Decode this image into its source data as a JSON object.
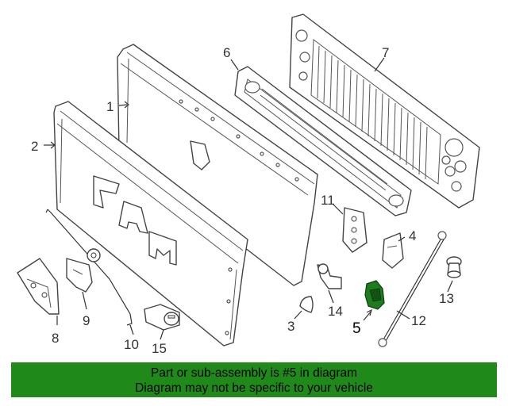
{
  "callouts": {
    "c1": "1",
    "c2": "2",
    "c3": "3",
    "c4": "4",
    "c5": "5",
    "c6": "6",
    "c7": "7",
    "c8": "8",
    "c9": "9",
    "c10": "10",
    "c11": "11",
    "c12": "12",
    "c13": "13",
    "c14": "14",
    "c15": "15"
  },
  "highlight_part": "5",
  "colors": {
    "highlight": "#1e7b1e",
    "banner": "#1f8a1a"
  },
  "banner": {
    "line1": "Part or sub-assembly is #5 in diagram",
    "line2": "Diagram may not be specific to your vehicle"
  }
}
